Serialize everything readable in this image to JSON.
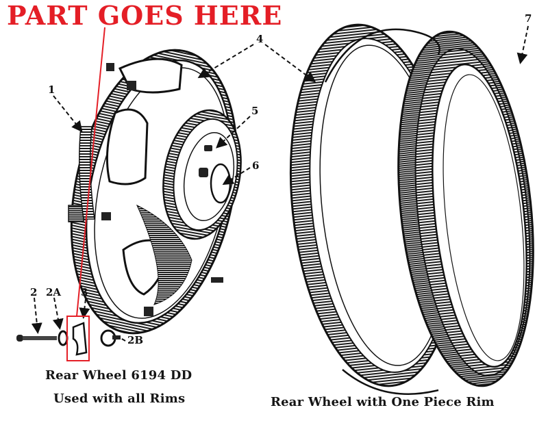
{
  "annotation": {
    "headline": "PART GOES HERE",
    "color": "#e41e26",
    "highlight_target": "3"
  },
  "callouts": {
    "c1": "1",
    "c2": "2",
    "c2a": "2A",
    "c2b": "2B",
    "c3": "3",
    "c4": "4",
    "c5": "5",
    "c6": "6",
    "c7": "7"
  },
  "captions": {
    "left_line1": "Rear Wheel 6194 DD",
    "left_line2": "Used with all Rims",
    "right": "Rear Wheel with One Piece Rim"
  }
}
